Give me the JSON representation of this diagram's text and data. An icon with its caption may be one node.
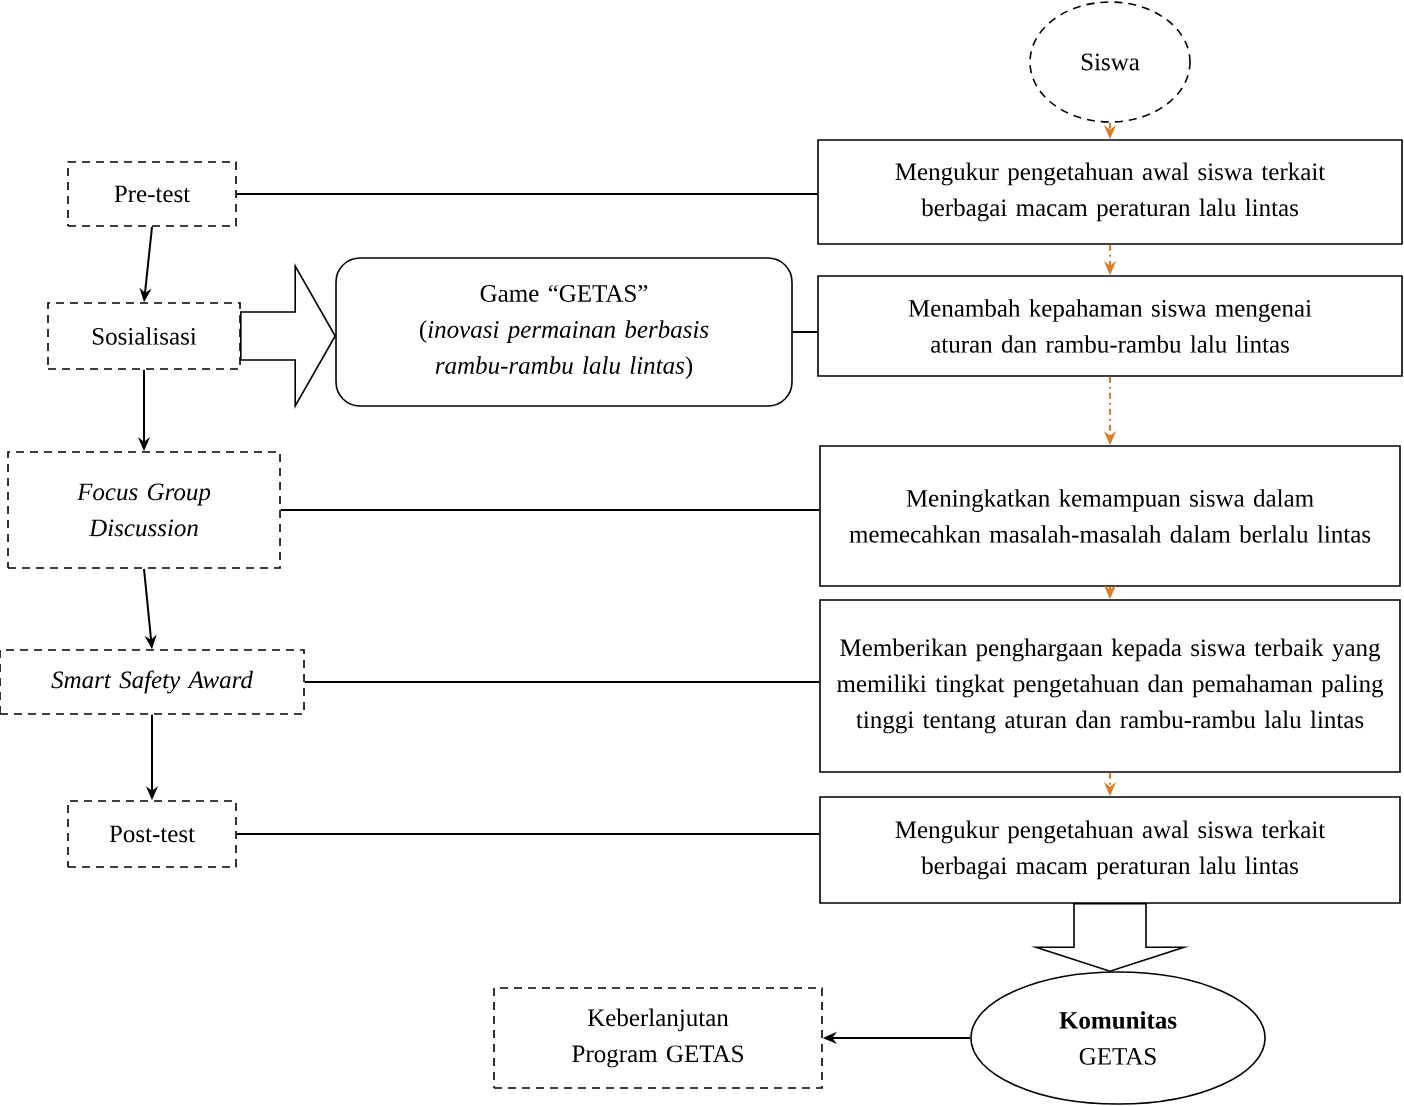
{
  "diagram": {
    "nodes": [
      {
        "text": [
          "Siswa"
        ]
      },
      {
        "text": [
          "Pre-test"
        ]
      },
      {
        "text": [
          "Sosialisasi"
        ]
      },
      {
        "text": [
          "Focus Group Discussion"
        ]
      },
      {
        "text": [
          "Smart Safety Award"
        ]
      },
      {
        "text": [
          "Post-test"
        ]
      },
      {
        "text": [
          "Game “GETAS”",
          "(*inovasi permainan berbasis rambu-rambu lalu lintas*)"
        ]
      },
      {
        "text": [
          "Mengukur pengetahuan awal siswa terkait berbagai macam peraturan lalu lintas"
        ]
      },
      {
        "text": [
          "Menambah kepahaman siswa mengenai aturan dan rambu-rambu lalu lintas"
        ]
      },
      {
        "text": [
          "Meningkatkan kemampuan siswa dalam memecahkan masalah-masalah dalam berlalu lintas"
        ]
      },
      {
        "text": [
          "Memberikan penghargaan kepada siswa terbaik yang memiliki tingkat pengetahuan dan pemahaman paling tinggi tentang aturan dan rambu-rambu lalu lintas"
        ]
      },
      {
        "text": [
          "Mengukur pengetahuan awal siswa terkait berbagai macam peraturan lalu lintas"
        ]
      },
      {
        "text": [
          "**Komunitas** GETAS"
        ]
      },
      {
        "text": [
          "Keberlanjutan Program GETAS"
        ]
      }
    ],
    "edges": [
      {
        "from": 1,
        "to": 2,
        "arrow": "to"
      },
      {
        "from": 2,
        "to": 3,
        "arrow": "to"
      },
      {
        "from": 3,
        "to": 4,
        "arrow": "to"
      },
      {
        "from": 4,
        "to": 5,
        "arrow": "to"
      },
      {
        "from": 2,
        "to": 6,
        "arrow": "to",
        "style": "thick"
      },
      {
        "from": 1,
        "to": 7,
        "arrow": "none"
      },
      {
        "from": 6,
        "to": 8,
        "arrow": "none"
      },
      {
        "from": 3,
        "to": 9,
        "arrow": "none"
      },
      {
        "from": 4,
        "to": 10,
        "arrow": "none"
      },
      {
        "from": 5,
        "to": 11,
        "arrow": "none"
      },
      {
        "from": 0,
        "to": 7,
        "arrow": "to",
        "style": "dashed",
        "color": "#e07b22"
      },
      {
        "from": 7,
        "to": 8,
        "arrow": "to",
        "style": "dashed",
        "color": "#e07b22"
      },
      {
        "from": 8,
        "to": 9,
        "arrow": "to",
        "style": "dashed",
        "color": "#e07b22"
      },
      {
        "from": 9,
        "to": 10,
        "arrow": "to",
        "style": "dashed",
        "color": "#e07b22"
      },
      {
        "from": 10,
        "to": 11,
        "arrow": "to",
        "style": "dashed",
        "color": "#e07b22"
      },
      {
        "from": 11,
        "to": 12,
        "arrow": "to",
        "style": "thick"
      },
      {
        "from": 12,
        "to": 13,
        "arrow": "to"
      }
    ]
  }
}
